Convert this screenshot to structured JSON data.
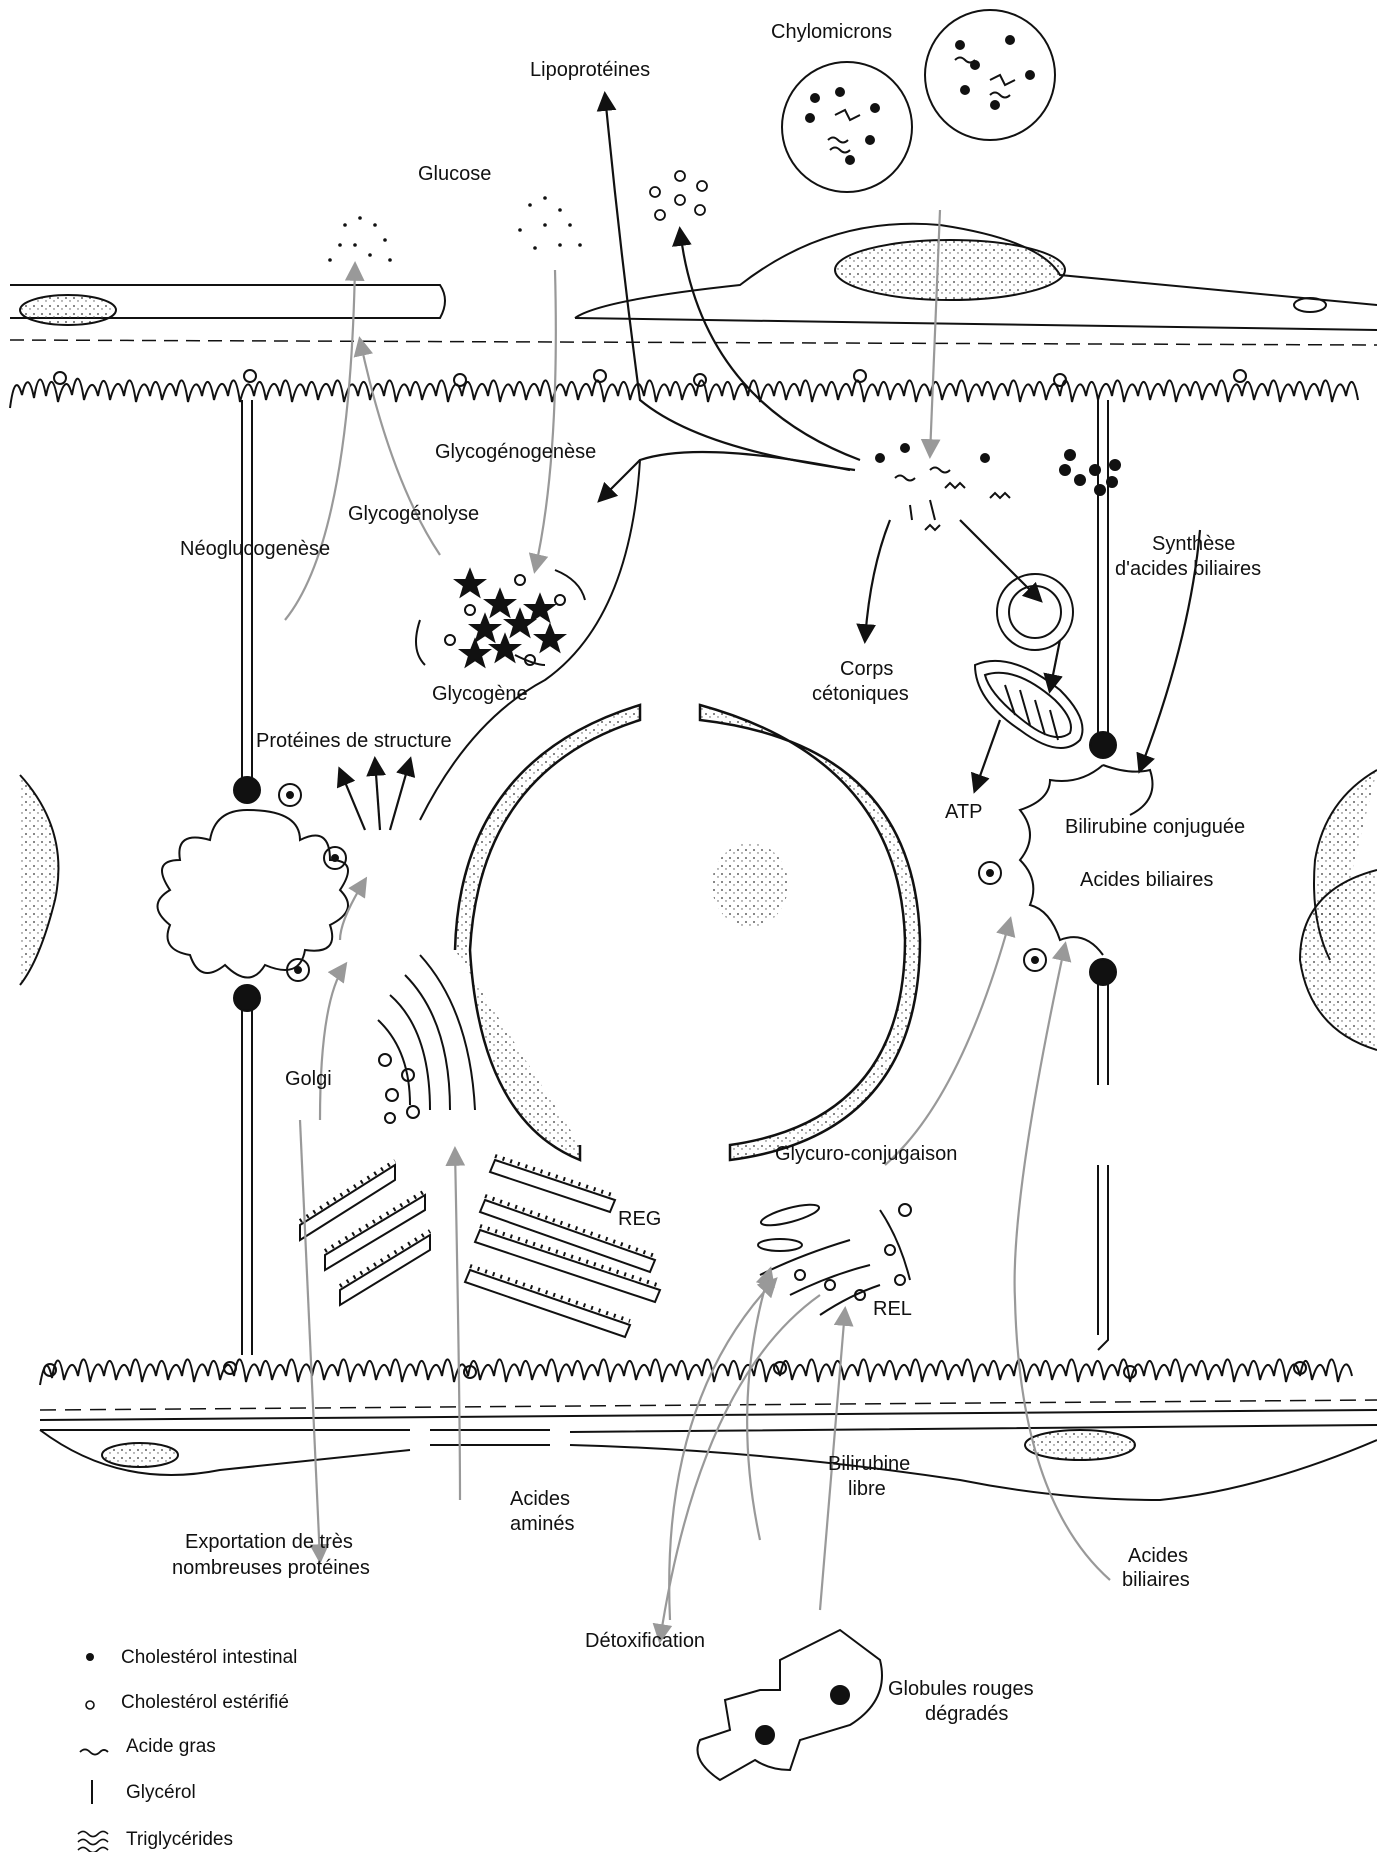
{
  "labels": {
    "chylomicrons": "Chylomicrons",
    "lipoproteines": "Lipoprotéines",
    "glucose": "Glucose",
    "glycogenogenese": "Glycogénogenèse",
    "glycogenolyse": "Glycogénolyse",
    "neoglucogenese": "Néoglucogenèse",
    "glycogene": "Glycogène",
    "proteines_structure": "Protéines de structure",
    "corps_cetoniques_1": "Corps",
    "corps_cetoniques_2": "cétoniques",
    "synthese_1": "Synthèse",
    "synthese_2": "d'acides biliaires",
    "atp": "ATP",
    "bilirubine_conjuguee": "Bilirubine conjuguée",
    "acides_biliaires_canal": "Acides biliaires",
    "golgi": "Golgi",
    "glycuro": "Glycuro-conjugaison",
    "reg": "REG",
    "rel": "REL",
    "bilirubine_libre_1": "Bilirubine",
    "bilirubine_libre_2": "libre",
    "acides_amines_1": "Acides",
    "acides_amines_2": "aminés",
    "exportation_1": "Exportation de très",
    "exportation_2": "nombreuses protéines",
    "acides_biliaires_1": "Acides",
    "acides_biliaires_2": "biliaires",
    "detoxification": "Détoxification",
    "globules_1": "Globules rouges",
    "globules_2": "dégradés"
  },
  "legend": [
    {
      "symbol": "filled-dot",
      "label": "Cholestérol intestinal"
    },
    {
      "symbol": "open-circle",
      "label": "Cholestérol estérifié"
    },
    {
      "symbol": "wave",
      "label": "Acide gras"
    },
    {
      "symbol": "bar",
      "label": "Glycérol"
    },
    {
      "symbol": "triple-wave",
      "label": "Triglycérides"
    }
  ]
}
